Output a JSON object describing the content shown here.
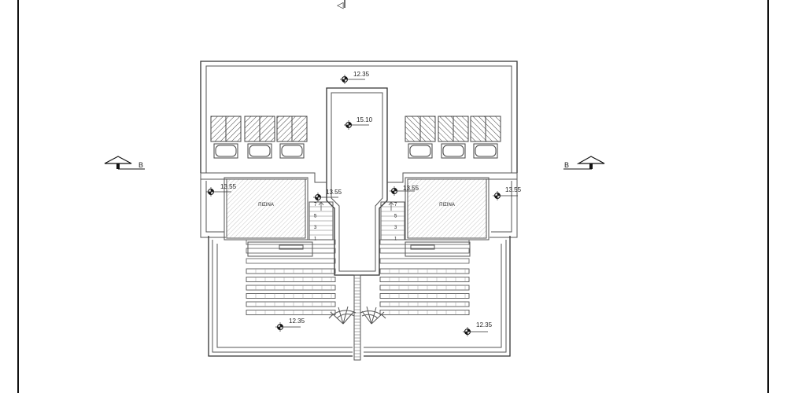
{
  "drawing": {
    "type": "roof plan",
    "top_marker_glyph": "◁",
    "section_markers": [
      {
        "side": "left",
        "label": "B"
      },
      {
        "side": "right",
        "label": "B"
      }
    ],
    "pools": [
      {
        "side": "left",
        "label": "ΠΙΣΙΝΑ"
      },
      {
        "side": "right",
        "label": "ΠΙΣΙΝΑ"
      }
    ],
    "elevations": {
      "top_terrace": "12.35",
      "central_core": "15.10",
      "left_outer": "13.55",
      "left_stair": "13.55",
      "right_stair": "13.55",
      "right_outer": "13.55",
      "bottom_left": "12.35",
      "bottom_right": "12.35"
    },
    "stair_step_numbers": [
      "7",
      "5",
      "3",
      "1"
    ],
    "sunbed_count_per_side": 3,
    "pergola_slat_count": 6,
    "colors": {
      "line": "#555555",
      "frame": "#111111",
      "background": "#ffffff"
    }
  }
}
